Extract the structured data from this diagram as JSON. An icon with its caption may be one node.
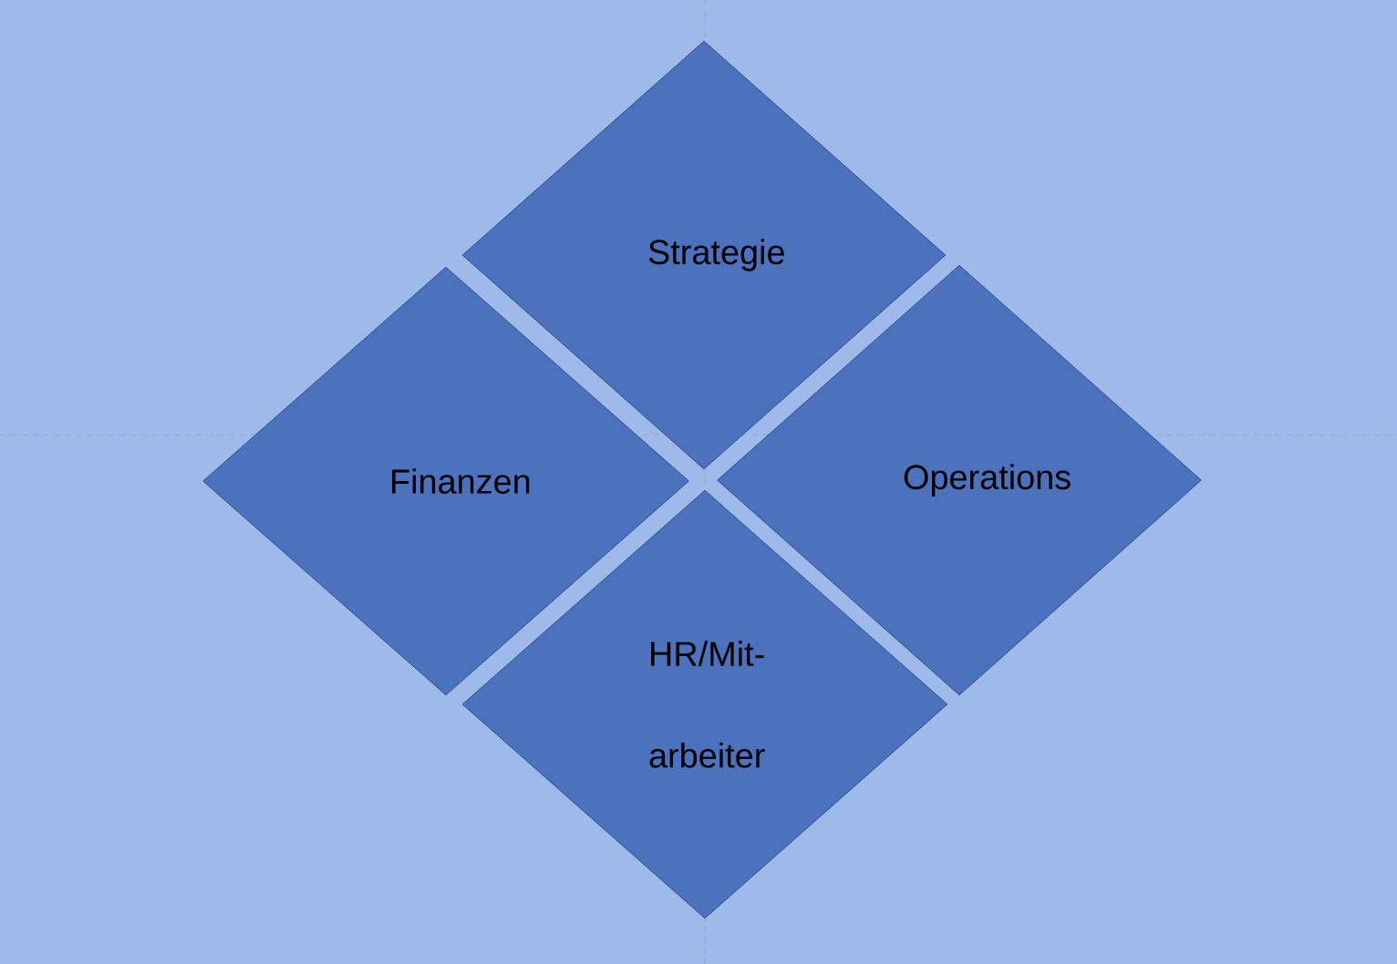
{
  "diagram": {
    "nodes": [
      {
        "text": [
          "Strategie"
        ]
      },
      {
        "text": [
          "Finanzen"
        ]
      },
      {
        "text": [
          "Operations"
        ]
      },
      {
        "text": [
          "HR/Mit- arbeiter"
        ]
      }
    ]
  }
}
